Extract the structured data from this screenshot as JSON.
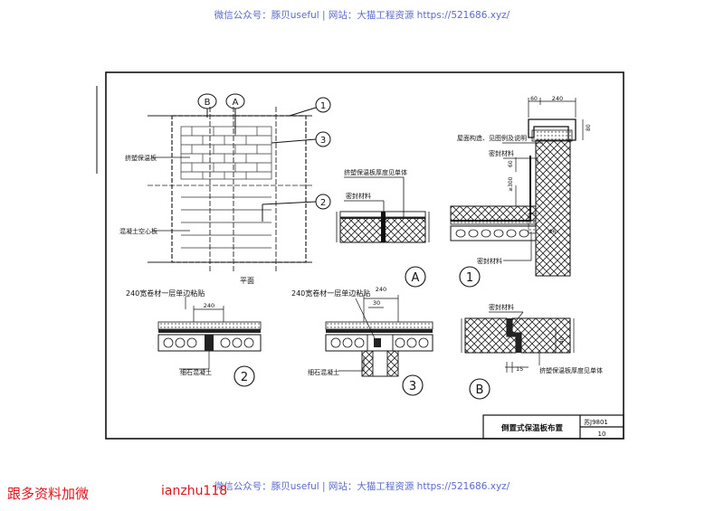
{
  "watermark": {
    "top": "微信公众号：豚贝useful | 网站：大猫工程资源 https://521686.xyz/",
    "bottom": "微信公众号：豚贝useful | 网站：大猫工程资源 https://521686.xyz/"
  },
  "promo": {
    "left": "跟多资料加微",
    "right": "ianzhu118"
  },
  "plan": {
    "labels": {
      "board": "挤塑保温板",
      "slab": "混凝土空心板",
      "title": "平面"
    },
    "markers": {
      "B": "B",
      "A": "A",
      "one": "1",
      "three": "3",
      "two": "2"
    }
  },
  "detailA": {
    "label": "挤塑保温板厚度见单体",
    "seal": "密封材料",
    "mark": "A"
  },
  "detail1": {
    "dims": {
      "d60": "60",
      "d240": "240",
      "d80": "80",
      "d300": "≥300",
      "d60b": "60"
    },
    "labels": {
      "parapet": "屋面构造、见图例及说明",
      "seal_top": "密封材料",
      "seal_bottom": "密封材料",
      "fi6": "Φ6"
    },
    "mark": "1"
  },
  "detail2": {
    "top": "240宽卷材一层单边粘贴",
    "dim": "240",
    "bottom": "细石混凝土",
    "mark": "2"
  },
  "detail3": {
    "top": "240宽卷材一层单边粘贴",
    "dim240": "240",
    "dim30": "30",
    "bottom": "细石混凝土",
    "mark": "3"
  },
  "detailB": {
    "seal": "密封材料",
    "dim15": "15",
    "dim40": "40",
    "label": "挤塑保温板厚度见单体",
    "mark": "B"
  },
  "titleblock": {
    "title": "倒置式保温板布置",
    "code": "苏J9801",
    "page": "10"
  }
}
